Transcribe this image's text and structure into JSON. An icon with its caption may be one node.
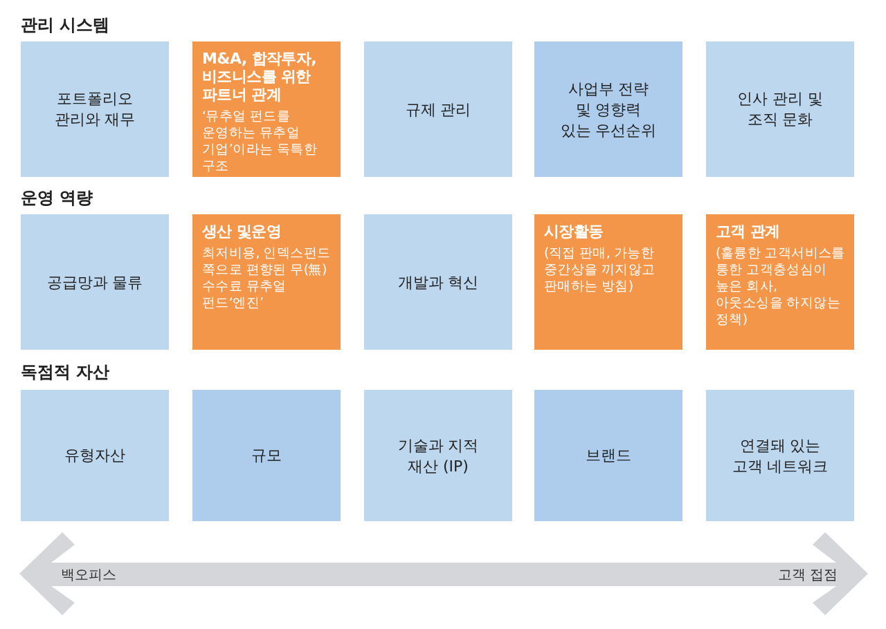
{
  "diagram": {
    "nodes": [
      {
        "text": [
          "포트폴리오 관리와 재무"
        ]
      },
      {
        "text": [
          "M&A, 합작투자, 비즈니스를 위한 파트너 관계",
          "‘뮤추얼 펀드를 운영하는 뮤추얼 기업’이라는 독특한 구조"
        ]
      },
      {
        "text": [
          "규제 관리"
        ]
      },
      {
        "text": [
          "사업부 전략 및 영향력 있는 우선순위"
        ]
      },
      {
        "text": [
          "인사 관리 및 조직 문화"
        ]
      },
      {
        "text": [
          "공급망과 물류"
        ]
      },
      {
        "text": [
          "생산 및운영",
          "최저비용, 인덱스펀드 쪽으로 편향된 무(無)수수료 뮤추얼 펀드‘엔진’"
        ]
      },
      {
        "text": [
          "개발과 혁신"
        ]
      },
      {
        "text": [
          "시장활동",
          "(직접 판매, 가능한 중간상을 끼지않고 판매하는 방침)"
        ]
      },
      {
        "text": [
          "고객 관계",
          "(훌륭한 고객서비스를 통한 고객충성심이 높은 회사, 아웃소싱을 하지않는 정책)"
        ]
      },
      {
        "text": [
          "유형자산"
        ]
      },
      {
        "text": [
          "규모"
        ]
      },
      {
        "text": [
          "기술과 지적 재산 (IP)"
        ]
      },
      {
        "text": [
          "브랜드"
        ]
      },
      {
        "text": [
          "연결돼 있는 고객 네트워크"
        ]
      }
    ],
    "labels": [
      "관리 시스템",
      "운영 역량",
      "독점적 자산",
      "백오피스",
      "고객 접점"
    ]
  }
}
